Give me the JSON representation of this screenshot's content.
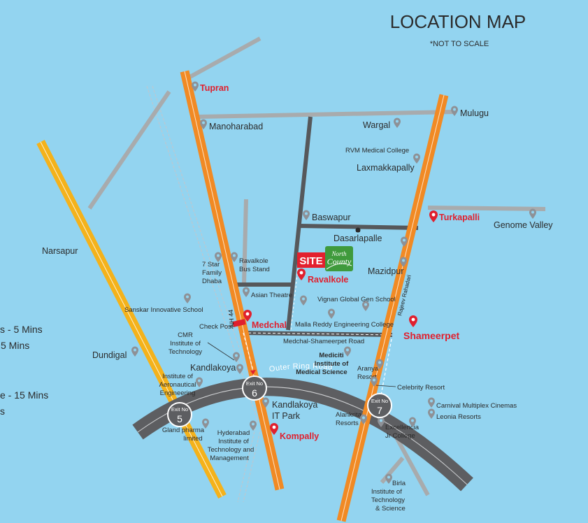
{
  "title": "LOCATION MAP",
  "subtitle": "*NOT TO SCALE",
  "left_cut_texts": [
    "s - 5 Mins",
    "5 Mins",
    "e - 15 Mins",
    "s"
  ],
  "site": {
    "label": "SITE",
    "logo_top": "North",
    "logo_bottom": "County"
  },
  "roads": {
    "nh44": "NH 44",
    "orr": "Outer Ring Road",
    "rajeev": "Rajeev Rahadari",
    "medchal_shameerpet": "Medchal-Shameerpet Road"
  },
  "exits": [
    {
      "line1": "Exit No",
      "line2": "5"
    },
    {
      "line1": "Exit No",
      "line2": "6"
    },
    {
      "line1": "Exit No",
      "line2": "7"
    }
  ],
  "places": {
    "tupran": "Tupran",
    "manoharabad": "Manoharabad",
    "wargal": "Wargal",
    "mulugu": "Mulugu",
    "rvm": "RVM Medical College",
    "laxmakkapally": "Laxmakkapally",
    "baswapur": "Baswapur",
    "dasarlapalle": "Dasarlapalle",
    "turkapalli": "Turkapalli",
    "genome": "Genome Valley",
    "narsapur": "Narsapur",
    "seven_star": [
      "7 Star",
      "Family",
      "Dhaba"
    ],
    "ravalkole_bus": [
      "Ravalkole",
      "Bus Stand"
    ],
    "ravalkole": "Ravalkole",
    "mazidpur": "Mazidpur",
    "asian": "Asian Theatre",
    "vignan": "Vignan Global Gen School",
    "sanskar": "Sanskar Innovative School",
    "checkpost": "Check Post",
    "medchal": "Medchal",
    "malla": "Malla Reddy Engineering College",
    "shameerpet": "Shameerpet",
    "cmr": [
      "CMR",
      "Institute of",
      "Technology"
    ],
    "dundigal": "Dundigal",
    "kandlakoya": "Kandlakoya",
    "mediciti": [
      "Mediciti",
      "Institute of",
      "Medical Science"
    ],
    "aranya": [
      "Aranya",
      "Resort"
    ],
    "celebrity": "Celebrity Resort",
    "iare": [
      "Institute of",
      "Aeronautical",
      "Engineering"
    ],
    "kandlakoya_it": [
      "Kandlakoya",
      "IT Park"
    ],
    "carnival": "Carnival Multiplex Cinemas",
    "leonia": "Leonia Resorts",
    "alankrita": [
      "Alankrita",
      "Resorts"
    ],
    "excellencia": [
      "Excellencia",
      "Jr College"
    ],
    "gland": [
      "Gland pharma",
      "limited"
    ],
    "hyderabad_inst": [
      "Hyderabad",
      "Institute of",
      "Technology and",
      "Management"
    ],
    "kompally": "Kompally",
    "birla": [
      "Birla",
      "Institute of",
      "Technology",
      "& Science"
    ]
  },
  "colors": {
    "background": "#93d4f0",
    "highway": "#f18a24",
    "highway_edge": "#fde2c4",
    "yellow_road": "#f4b21b",
    "ring_road": "#5d5e61",
    "local_road": "#a8abad",
    "dark_road": "#56585b",
    "pin_gray": "#8e9196",
    "pin_red": "#e0202e",
    "site_red": "#e3202e",
    "logo_green": "#3f9a3c"
  }
}
